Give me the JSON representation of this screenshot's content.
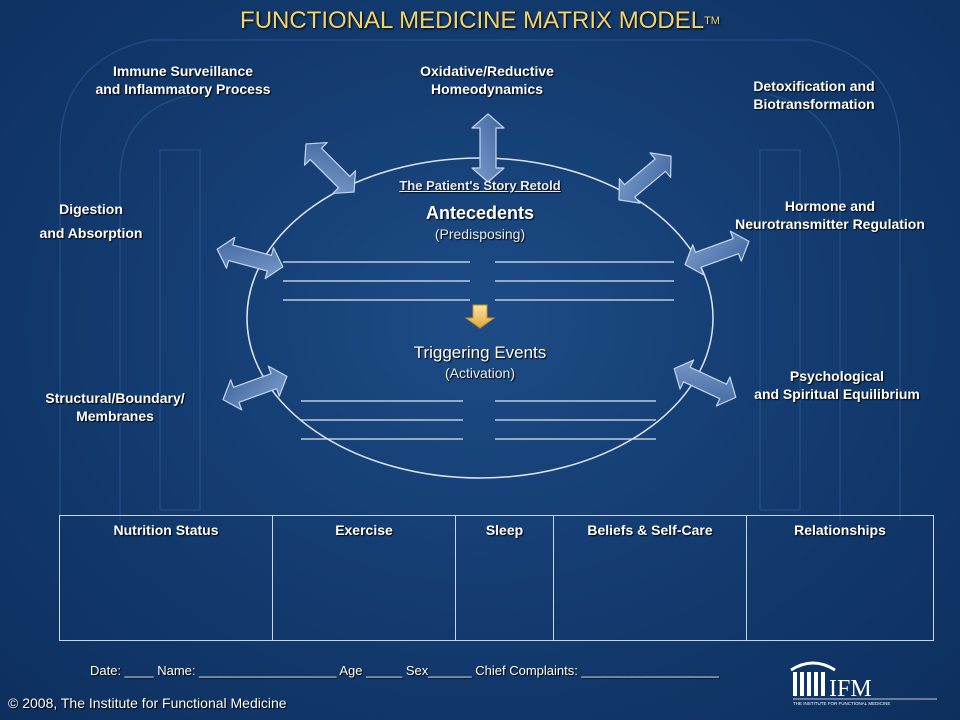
{
  "title": "FUNCTIONAL MEDICINE MATRIX  MODEL",
  "trademark": "TM",
  "nodes": {
    "immune": [
      "Immune Surveillance",
      "and Inflammatory Process"
    ],
    "oxidative": [
      "Oxidative/Reductive",
      "Homeodynamics"
    ],
    "detox": [
      "Detoxification and",
      "Biotransformation"
    ],
    "digestion": [
      "Digestion",
      "and Absorption"
    ],
    "hormone": [
      "Hormone and",
      "Neurotransmitter Regulation"
    ],
    "structural": [
      "Structural/Boundary/",
      "Membranes"
    ],
    "psych": [
      "Psychological",
      "and Spiritual Equilibrium"
    ]
  },
  "center": {
    "story": "The Patient's Story Retold",
    "antecedents": "Antecedents",
    "antecedents_sub": "(Predisposing)",
    "triggering": "Triggering Events",
    "triggering_sub": "(Activation)"
  },
  "factors": [
    "Nutrition Status",
    "Exercise",
    "Sleep",
    "Beliefs & Self-Care",
    "Relationships"
  ],
  "footer": "Date: ____  Name: ___________________  Age _____  Sex______ Chief Complaints: ___________________",
  "copyright": "© 2008, The Institute for Functional Medicine",
  "logo_text": "IFM",
  "logo_sub": "THE INSTITUTE FOR FUNCTIONAL MEDICINE",
  "colors": {
    "title": "#f2d46a",
    "background": "#143d72",
    "arrow_fill": "#5a7fb5",
    "arrow_stroke": "#c9d6ea"
  }
}
